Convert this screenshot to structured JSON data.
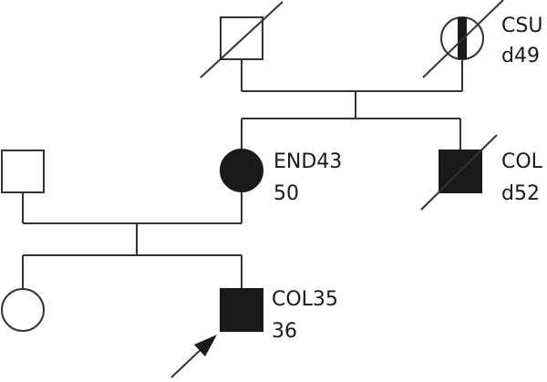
{
  "individuals": [
    {
      "id": "gen1-father",
      "sex": "male",
      "affected": false,
      "deceased": true,
      "label_line1": "",
      "label_line2": ""
    },
    {
      "id": "gen1-mother",
      "sex": "female",
      "affected": "partial",
      "deceased": true,
      "label_line1": "CSU",
      "label_line2": "d49"
    },
    {
      "id": "gen2-husband",
      "sex": "male",
      "affected": false,
      "deceased": false,
      "label_line1": "",
      "label_line2": ""
    },
    {
      "id": "gen2-daughter",
      "sex": "female",
      "affected": true,
      "deceased": false,
      "label_line1": "END43",
      "label_line2": "50"
    },
    {
      "id": "gen2-son",
      "sex": "male",
      "affected": true,
      "deceased": true,
      "label_line1": "COL",
      "label_line2": "d52"
    },
    {
      "id": "gen3-daughter",
      "sex": "female",
      "affected": false,
      "deceased": false,
      "label_line1": "",
      "label_line2": ""
    },
    {
      "id": "gen3-son-proband",
      "sex": "male",
      "affected": true,
      "deceased": false,
      "proband": true,
      "label_line1": "COL35",
      "label_line2": "36"
    }
  ],
  "colors": {
    "line": "#333333",
    "affected_fill": "#1a1a1a",
    "unaffected_fill": "#ffffff"
  }
}
